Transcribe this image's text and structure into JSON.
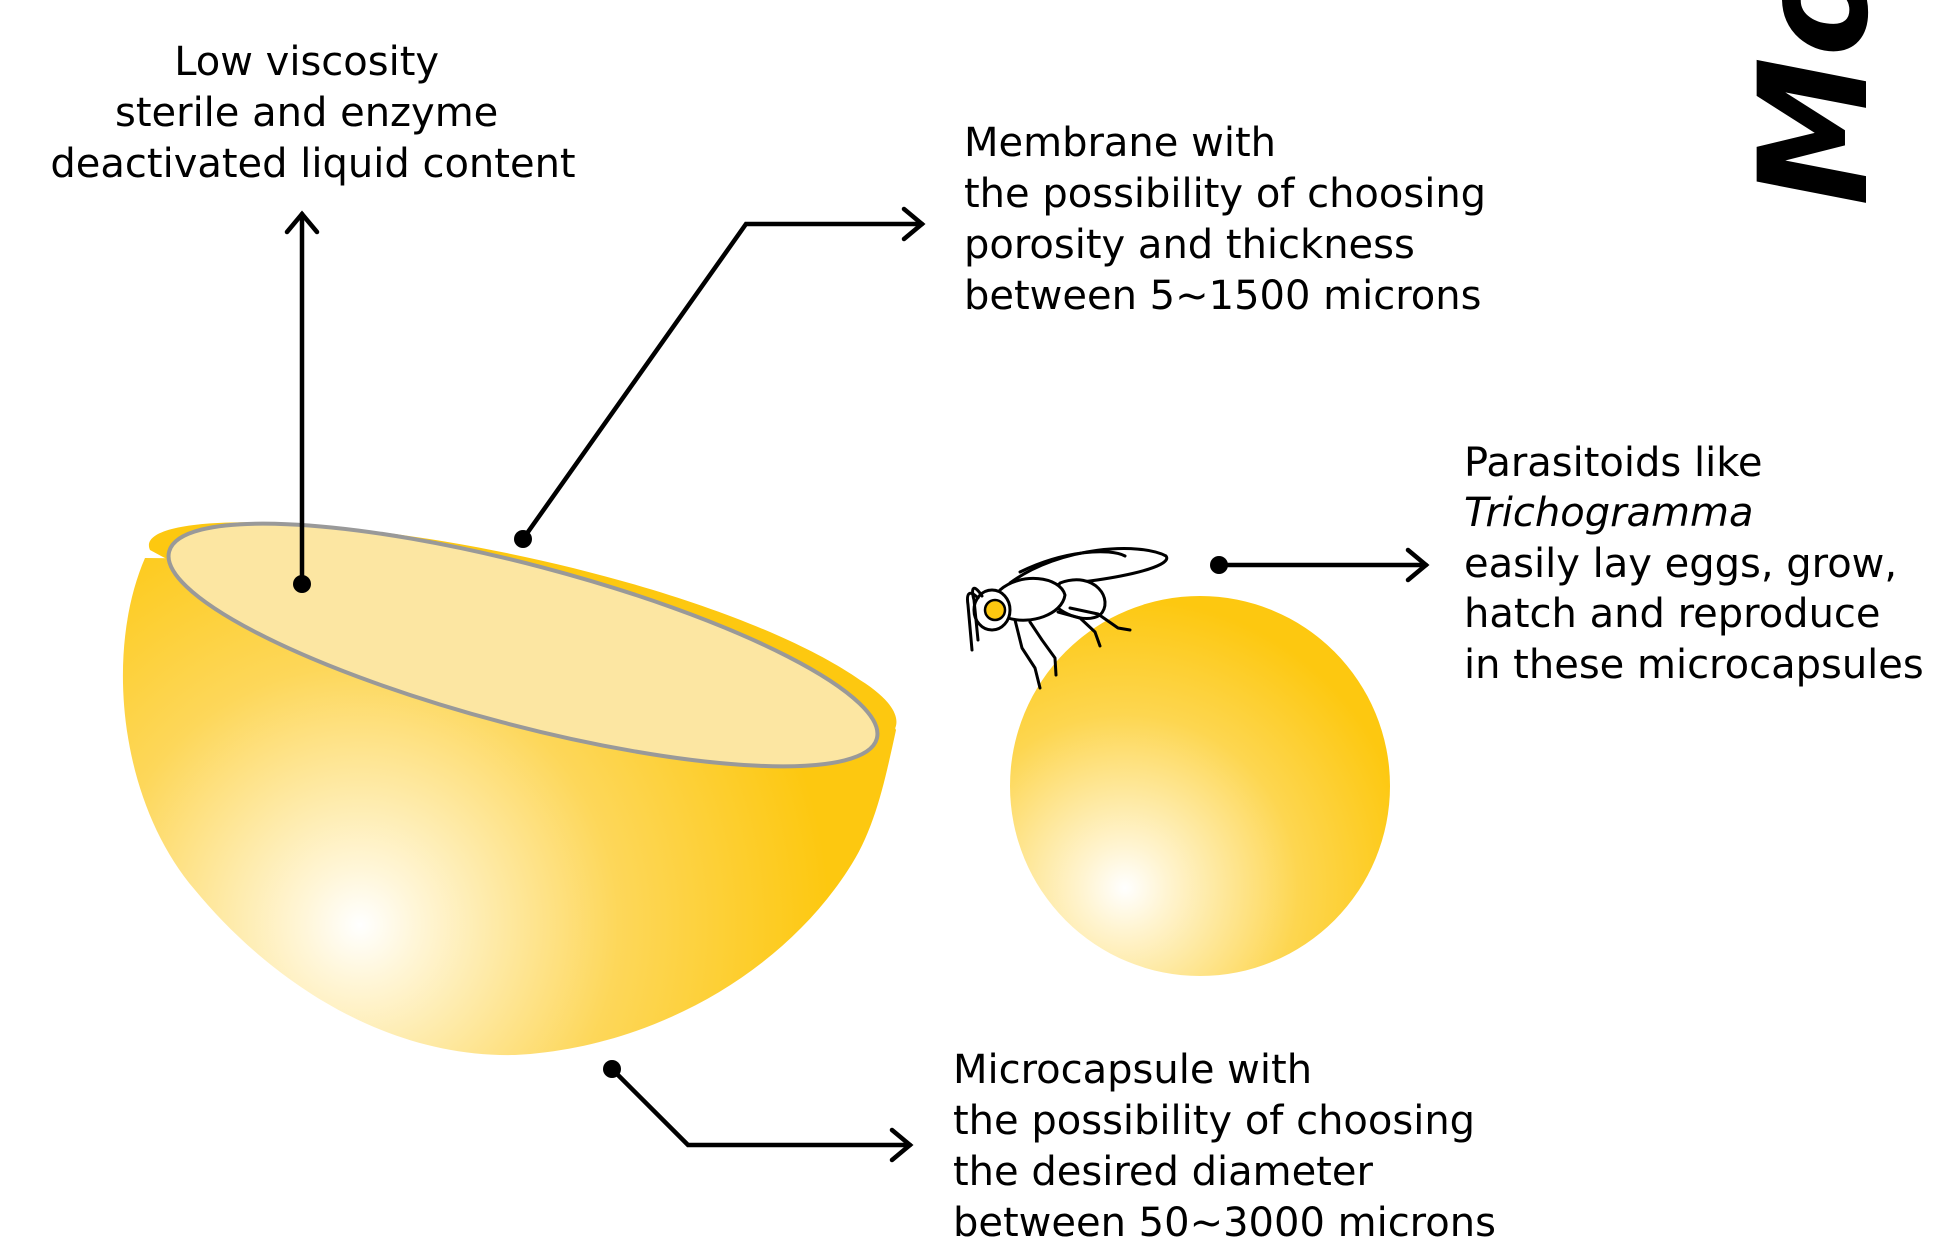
{
  "title_fragment": "Mo",
  "labels": {
    "liquid": [
      "Low viscosity",
      "sterile and enzyme",
      "deactivated liquid content"
    ],
    "membrane": [
      "Membrane with",
      "the possibility of choosing",
      "porosity and thickness",
      "between 5~1500 microns"
    ],
    "parasitoids": [
      "Parasitoids like",
      "Trichogramma",
      "easily lay eggs, grow,",
      "hatch and reproduce",
      "in these microcapsules"
    ],
    "microcapsule": [
      "Microcapsule with",
      "the possibility of choosing",
      "the desired diameter",
      "between 50~3000 microns"
    ]
  },
  "colors": {
    "capsule_gold": "#fdc810",
    "capsule_light": "#fff6d8",
    "liquid_fill": "#fce6a2",
    "membrane_edge": "#999999",
    "fly_eye": "#fdc810",
    "ink": "#000000"
  }
}
